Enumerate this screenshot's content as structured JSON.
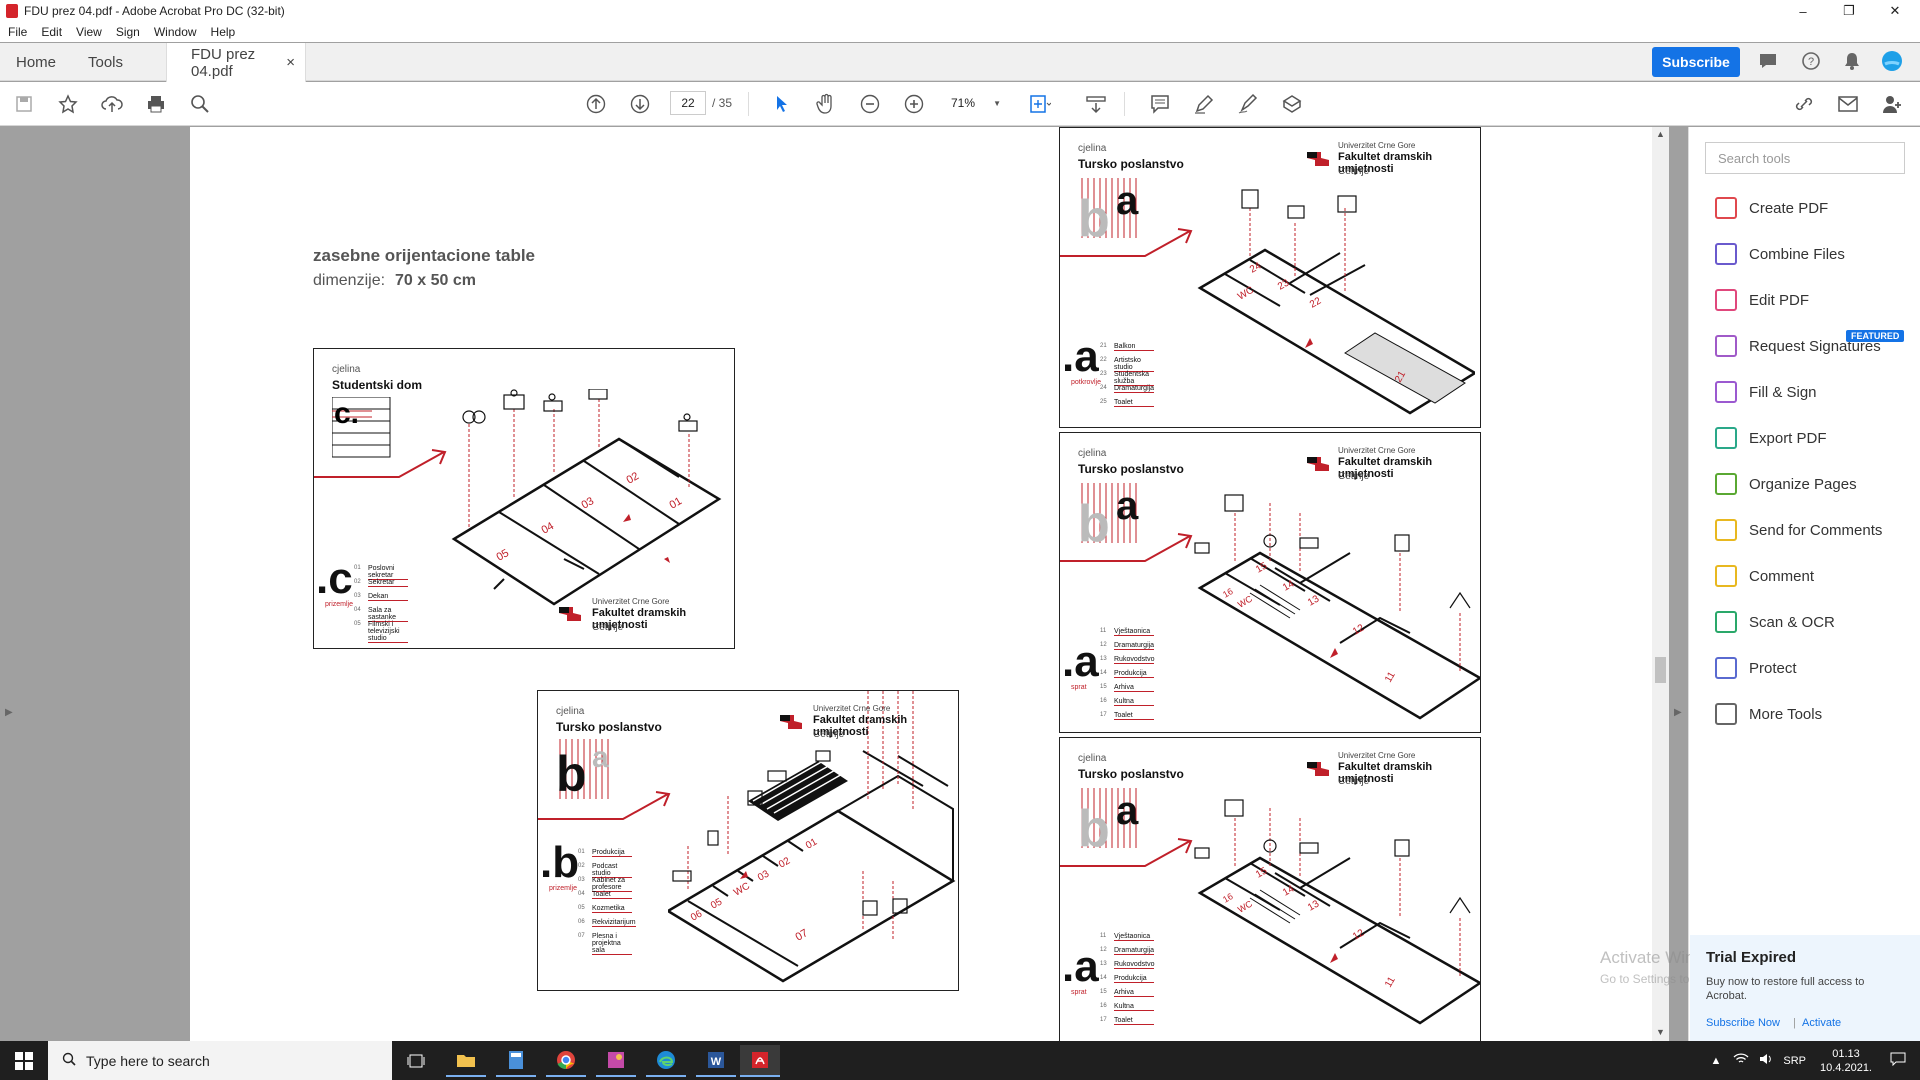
{
  "window": {
    "title": "FDU prez 04.pdf - Adobe Acrobat Pro DC (32-bit)",
    "minimize": "–",
    "maximize": "❐",
    "close": "✕"
  },
  "menu": [
    "File",
    "Edit",
    "View",
    "Sign",
    "Window",
    "Help"
  ],
  "tabs": {
    "home": "Home",
    "tools": "Tools",
    "document": "FDU prez 04.pdf",
    "close": "×"
  },
  "header": {
    "subscribe": "Subscribe"
  },
  "toolbar": {
    "page_current": "22",
    "page_total": "/ 35",
    "zoom": "71%"
  },
  "document": {
    "heading": "zasebne orijentacione table",
    "dim_label": "dimenzije:",
    "dim_value": "70 x 50 cm",
    "cards": [
      {
        "kind": "cjelina",
        "name": "Studentski dom",
        "letter": ".c",
        "floor": "prizemlje",
        "university": "Univerzitet Crne Gore",
        "faculty": "Fakultet dramskih umjetnosti",
        "city": "Cetinje",
        "legend": [
          [
            "01",
            "Poslovni sekretar"
          ],
          [
            "02",
            "Sekretar"
          ],
          [
            "03",
            "Dekan"
          ],
          [
            "04",
            "Sala za sastanke"
          ],
          [
            "05",
            "Filmski i televizijski studio"
          ]
        ],
        "rooms": [
          "05",
          "04",
          "03",
          "02",
          "01"
        ]
      },
      {
        "kind": "cjelina",
        "name": "Tursko poslanstvo",
        "letter": ".b",
        "floor": "prizemlje",
        "university": "Univerzitet Crne Gore",
        "faculty": "Fakultet dramskih umjetnosti",
        "city": "Cetinje",
        "legend": [
          [
            "01",
            "Produkcija"
          ],
          [
            "02",
            "Podcast studio"
          ],
          [
            "03",
            "Kabinet za profesore"
          ],
          [
            "04",
            "Toalet"
          ],
          [
            "05",
            "Kozmetika"
          ],
          [
            "06",
            "Rekvizitarijum"
          ],
          [
            "07",
            "Plesna i projektna sala"
          ]
        ],
        "rooms": [
          "06",
          "05",
          "WC",
          "03",
          "02",
          "01",
          "07"
        ]
      },
      {
        "kind": "cjelina",
        "name": "Tursko poslanstvo",
        "letter": ".a",
        "floor": "potkrovlje",
        "university": "Univerzitet Crne Gore",
        "faculty": "Fakultet dramskih umjetnosti",
        "city": "Cetinje",
        "legend": [
          [
            "21",
            "Balkon"
          ],
          [
            "22",
            "Artistsko studio"
          ],
          [
            "23",
            "Studentska služba"
          ],
          [
            "24",
            "Dramaturgija"
          ],
          [
            "25",
            "Toalet"
          ]
        ],
        "rooms": [
          "24",
          "23",
          "22",
          "WC",
          "21"
        ]
      },
      {
        "kind": "cjelina",
        "name": "Tursko poslanstvo",
        "letter": ".a",
        "floor": "sprat",
        "university": "Univerzitet Crne Gore",
        "faculty": "Fakultet dramskih umjetnosti",
        "city": "Cetinje",
        "legend": [
          [
            "11",
            "Vještaonica"
          ],
          [
            "12",
            "Dramaturgija"
          ],
          [
            "13",
            "Rukovodstvo"
          ],
          [
            "14",
            "Produkcija"
          ],
          [
            "15",
            "Arhiva"
          ],
          [
            "16",
            "Kultna"
          ],
          [
            "17",
            "Toalet"
          ]
        ],
        "rooms": [
          "15",
          "14",
          "13",
          "16",
          "WC",
          "12",
          "11"
        ]
      },
      {
        "kind": "cjelina",
        "name": "Tursko poslanstvo",
        "letter": ".a",
        "floor": "sprat",
        "university": "Univerzitet Crne Gore",
        "faculty": "Fakultet dramskih umjetnosti",
        "city": "Cetinje",
        "legend": [
          [
            "11",
            "Vještaonica"
          ],
          [
            "12",
            "Dramaturgija"
          ],
          [
            "13",
            "Rukovodstvo"
          ],
          [
            "14",
            "Produkcija"
          ],
          [
            "15",
            "Arhiva"
          ],
          [
            "16",
            "Kultna"
          ],
          [
            "17",
            "Toalet"
          ]
        ],
        "rooms": [
          "15",
          "14",
          "13",
          "16",
          "WC",
          "12",
          "11"
        ]
      }
    ]
  },
  "right_panel": {
    "search_placeholder": "Search tools",
    "tools": [
      {
        "label": "Create PDF",
        "color": "#e0484e"
      },
      {
        "label": "Combine Files",
        "color": "#6a5acd"
      },
      {
        "label": "Edit PDF",
        "color": "#e0487c"
      },
      {
        "label": "Request Signatures",
        "color": "#a05ac8"
      },
      {
        "label": "Fill & Sign",
        "color": "#9b59d0"
      },
      {
        "label": "Export PDF",
        "color": "#2aa889"
      },
      {
        "label": "Organize Pages",
        "color": "#5aa832"
      },
      {
        "label": "Send for Comments",
        "color": "#e8b820"
      },
      {
        "label": "Comment",
        "color": "#e8b820"
      },
      {
        "label": "Scan & OCR",
        "color": "#2aa86a"
      },
      {
        "label": "Protect",
        "color": "#5a6ad0"
      },
      {
        "label": "More Tools",
        "color": "#666666"
      }
    ],
    "featured_badge": "FEATURED",
    "trial": {
      "title": "Trial Expired",
      "body": "Buy now to restore full access to Acrobat.",
      "subscribe": "Subscribe Now",
      "divider": "|",
      "activate": "Activate"
    },
    "watermark": "Activate Windows",
    "watermark_sub": "Go to Settings to activate Windows."
  },
  "taskbar": {
    "search_placeholder": "Type here to search",
    "language": "SRP",
    "time": "01.13",
    "date": "10.4.2021."
  }
}
